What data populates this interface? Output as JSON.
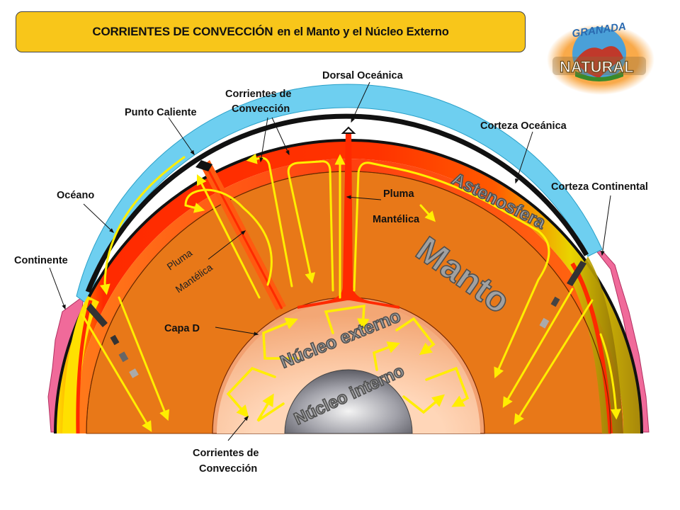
{
  "title": {
    "strong": "CORRIENTES DE CONVECCIÓN",
    "rest": "en el Manto y el Núcleo Externo"
  },
  "logo": {
    "top": "GRANADA",
    "bottom": "NATURAL"
  },
  "labels": {
    "dorsal": "Dorsal Oceánica",
    "corrientes_top_1": "Corrientes de",
    "corrientes_top_2": "Convección",
    "punto_caliente": "Punto Caliente",
    "corteza_oceanica": "Corteza Oceánica",
    "oceano": "Océano",
    "corteza_continental": "Corteza Continental",
    "continente": "Continente",
    "pluma_right_1": "Pluma",
    "pluma_right_2": "Mantélica",
    "pluma_left_1": "Pluma",
    "pluma_left_2": "Mantélica",
    "capa_d": "Capa D",
    "corrientes_bottom_1": "Corrientes de",
    "corrientes_bottom_2": "Convección"
  },
  "layers": {
    "astenosfera": "Astenosfera",
    "manto": "Manto",
    "nucleo_externo": "Núcleo externo",
    "nucleo_interno": "Núcleo interno"
  }
}
